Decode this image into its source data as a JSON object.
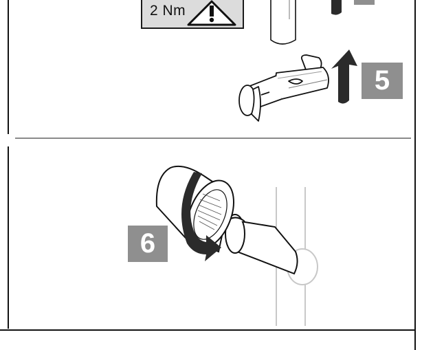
{
  "panel_top": {
    "torque_label": "2 Nm",
    "warning_icon": "warning-triangle-icon",
    "step_number": "5",
    "arrow_icon": "up-arrow-icon"
  },
  "panel_bottom": {
    "step_number": "6",
    "arrow_icon": "rotate-arrow-icon"
  },
  "colors": {
    "badge_bg": "#8f8f8f",
    "badge_text": "#ffffff",
    "torque_bg": "#dcdcdc",
    "line": "#1a1a1a",
    "pipe_light": "#c8c8c8"
  }
}
